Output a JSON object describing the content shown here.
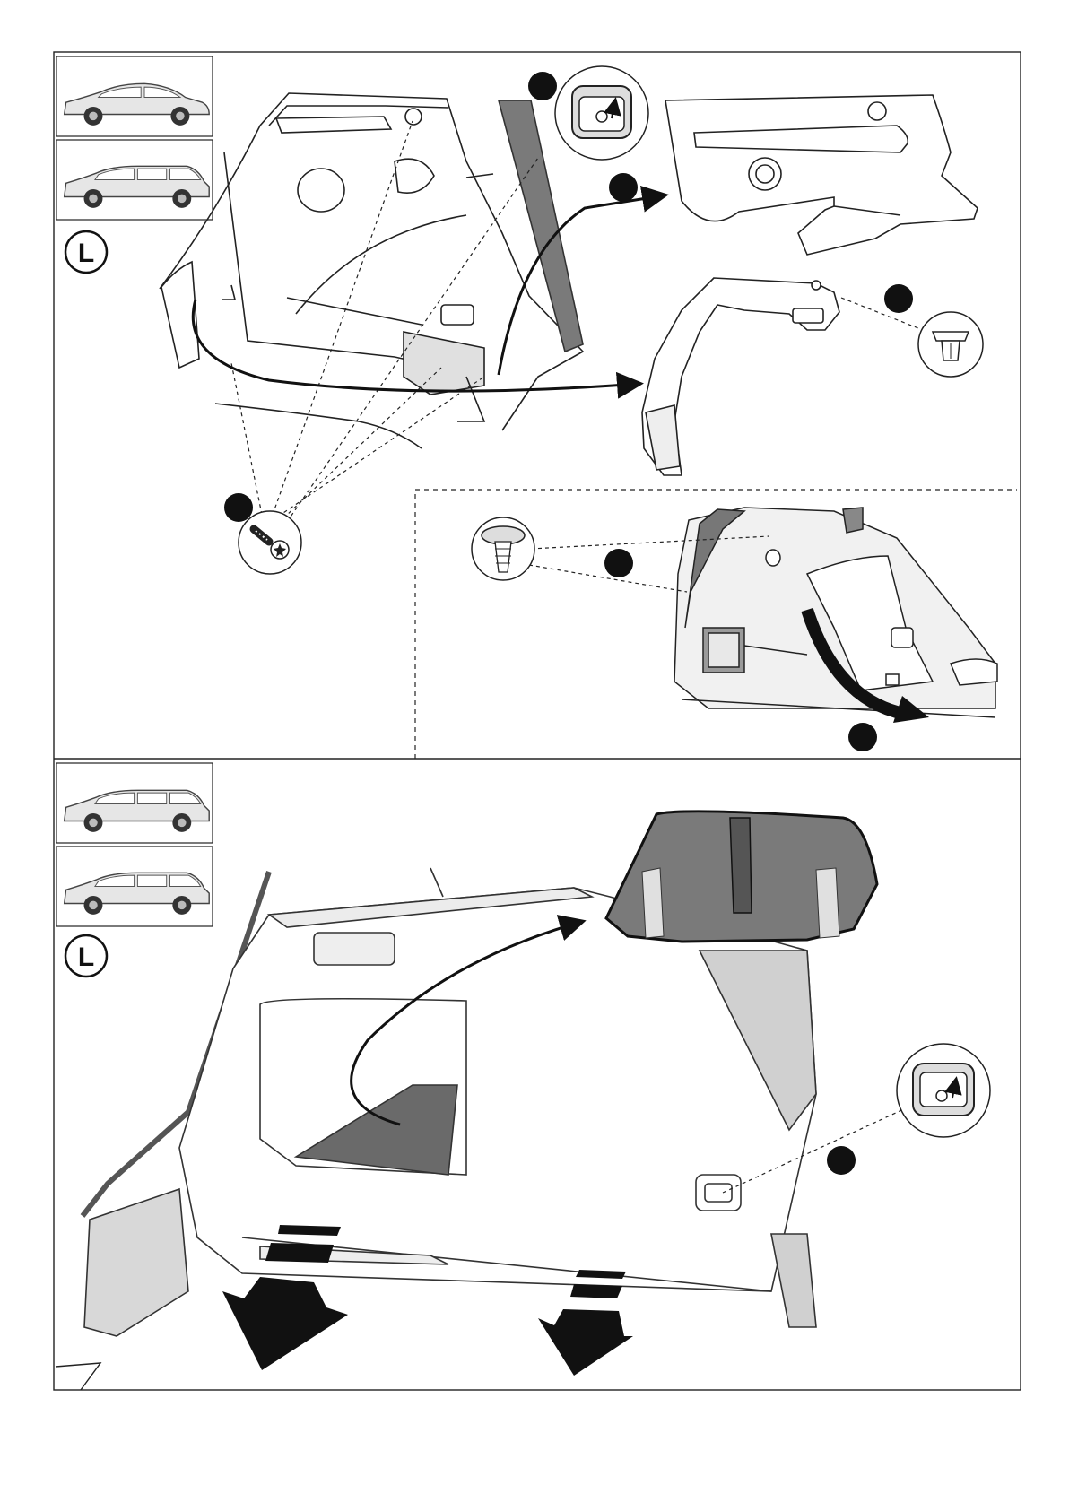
{
  "document": {
    "type": "installation-instruction-sheet"
  },
  "panel_top": {
    "hand_label": "L",
    "vehicle_thumbnails": [
      "hatchback-icon",
      "compact-mpv-icon"
    ],
    "step_markers": 6,
    "parts": [
      "trim-clip-icon",
      "torx-screw-icon",
      "push-rivet-icon",
      "expanding-rivet-icon"
    ]
  },
  "panel_bottom": {
    "hand_label": "L",
    "vehicle_thumbnails": [
      "estate-icon",
      "estate-alltrack-icon"
    ],
    "step_markers": 1,
    "parts": [
      "trim-clip-icon",
      "storage-tray-icon"
    ]
  }
}
